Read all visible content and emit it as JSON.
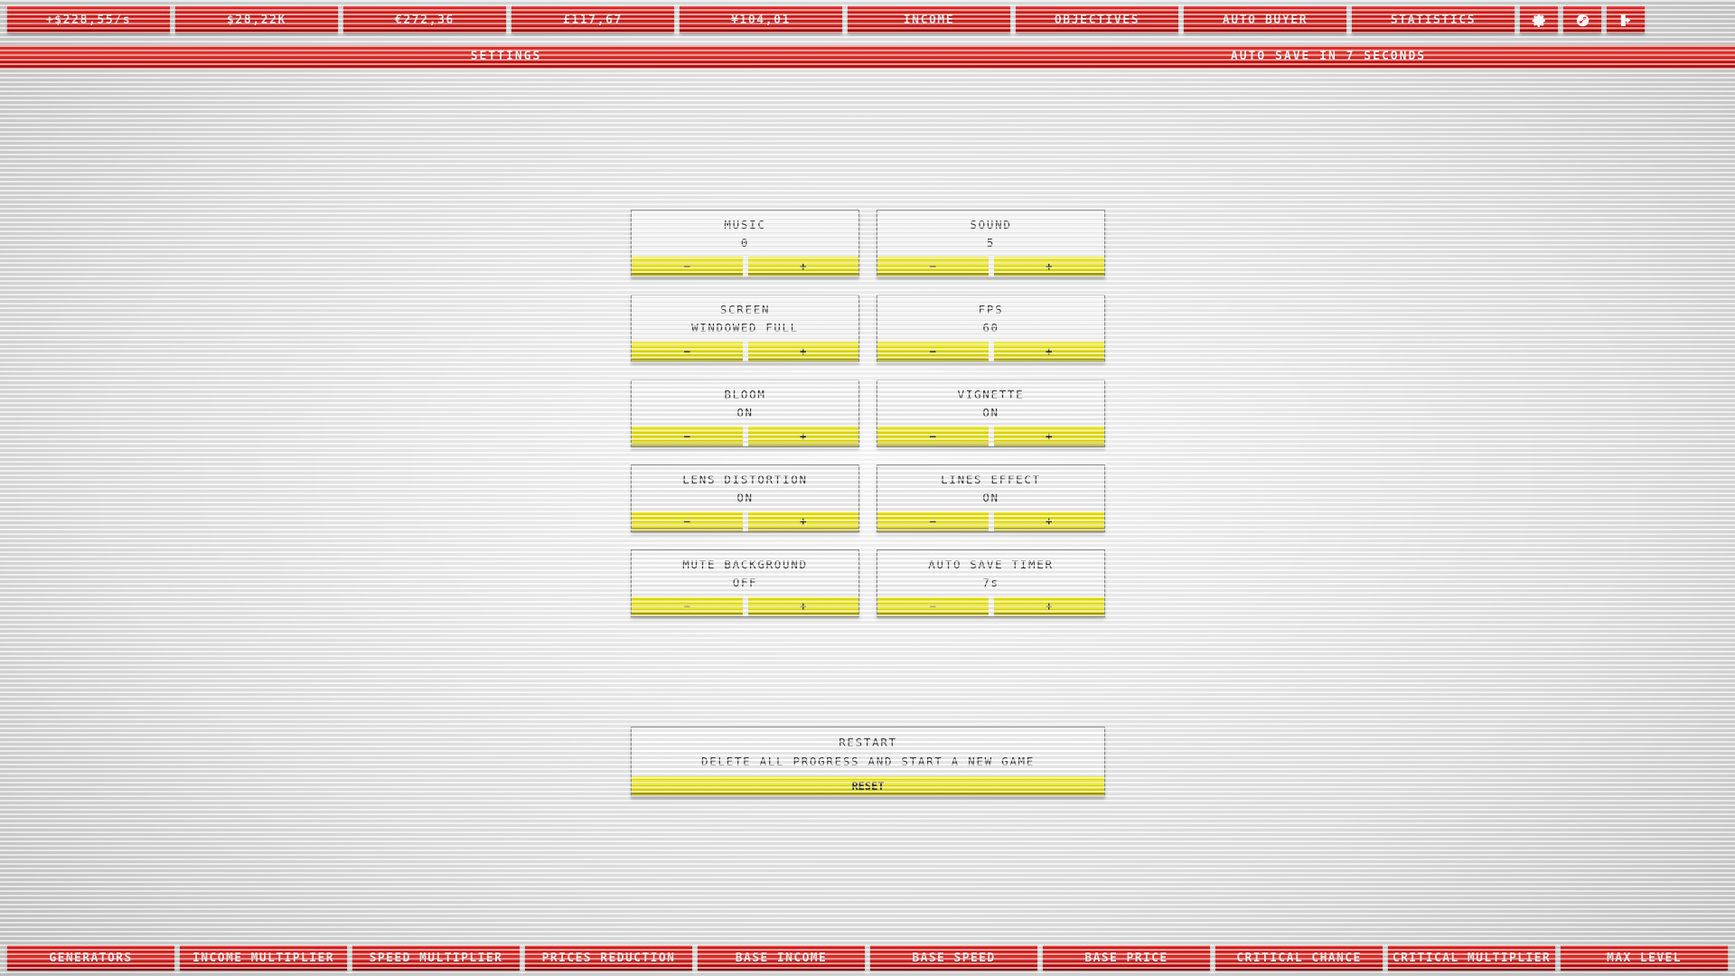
{
  "accent": {
    "red": "#e51f1b",
    "yellow": "#ece400",
    "background": "#e4e4e4",
    "card_text": "#3c3c3c"
  },
  "topbar": {
    "stats": [
      {
        "name": "income-per-second",
        "label": "+$228,55/s"
      },
      {
        "name": "dollar-balance",
        "label": "$28,22K"
      },
      {
        "name": "euro-balance",
        "label": "€272,36"
      },
      {
        "name": "pound-balance",
        "label": "£117,67"
      },
      {
        "name": "yen-balance",
        "label": "¥104,01"
      }
    ],
    "nav": [
      {
        "name": "income",
        "label": "INCOME"
      },
      {
        "name": "objectives",
        "label": "OBJECTIVES"
      },
      {
        "name": "auto-buyer",
        "label": "AUTO BUYER"
      },
      {
        "name": "statistics",
        "label": "STATISTICS"
      }
    ],
    "icons": [
      {
        "name": "gear-icon",
        "label": "settings"
      },
      {
        "name": "steam-icon",
        "label": "steam"
      },
      {
        "name": "exit-icon",
        "label": "exit"
      }
    ]
  },
  "subheader": {
    "title": "SETTINGS",
    "autosave": "AUTO SAVE IN 7 SECONDS"
  },
  "settings": {
    "decrement_label": "−",
    "increment_label": "+",
    "cards": [
      {
        "name": "music",
        "title": "MUSIC",
        "value": "0"
      },
      {
        "name": "sound",
        "title": "SOUND",
        "value": "5"
      },
      {
        "name": "screen",
        "title": "SCREEN",
        "value": "WINDOWED FULL"
      },
      {
        "name": "fps",
        "title": "FPS",
        "value": "60"
      },
      {
        "name": "bloom",
        "title": "BLOOM",
        "value": "ON"
      },
      {
        "name": "vignette",
        "title": "VIGNETTE",
        "value": "ON"
      },
      {
        "name": "lens-distortion",
        "title": "LENS DISTORTION",
        "value": "ON"
      },
      {
        "name": "lines-effect",
        "title": "LINES EFFECT",
        "value": "ON"
      },
      {
        "name": "mute-background",
        "title": "MUTE BACKGROUND",
        "value": "OFF"
      },
      {
        "name": "auto-save-timer",
        "title": "AUTO SAVE TIMER",
        "value": "7s"
      }
    ]
  },
  "restart": {
    "title": "RESTART",
    "description": "DELETE ALL PROGRESS AND START A NEW GAME",
    "button_label": "RESET"
  },
  "bottombar": {
    "items": [
      {
        "name": "generators",
        "label": "GENERATORS"
      },
      {
        "name": "income-multiplier",
        "label": "INCOME MULTIPLIER"
      },
      {
        "name": "speed-multiplier",
        "label": "SPEED MULTIPLIER"
      },
      {
        "name": "prices-reduction",
        "label": "PRICES REDUCTION"
      },
      {
        "name": "base-income",
        "label": "BASE INCOME"
      },
      {
        "name": "base-speed",
        "label": "BASE SPEED"
      },
      {
        "name": "base-price",
        "label": "BASE PRICE"
      },
      {
        "name": "critical-chance",
        "label": "CRITICAL CHANCE"
      },
      {
        "name": "critical-multiplier",
        "label": "CRITICAL MULTIPLIER"
      },
      {
        "name": "max-level",
        "label": "MAX LEVEL"
      }
    ]
  }
}
